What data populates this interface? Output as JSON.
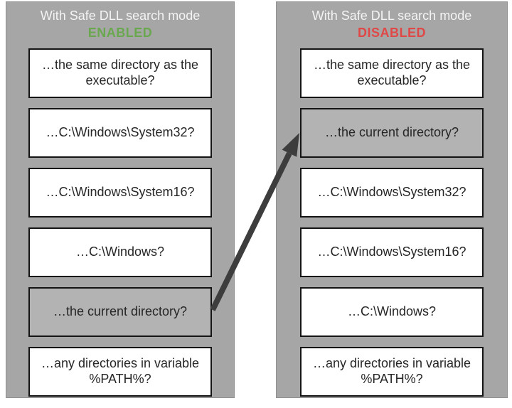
{
  "colors": {
    "panel_background": "#a6a6a6",
    "box_background": "#ffffff",
    "box_border": "#141414",
    "highlight_box": "#b3b3b3",
    "enabled_green": "#6aa84f",
    "disabled_red": "#e04848",
    "arrow": "#3d3d3d",
    "title_text": "#f4f4f4",
    "box_text": "#262626"
  },
  "panels": [
    {
      "id": "enabled",
      "title": "With Safe DLL search mode",
      "status": "ENABLED",
      "status_color": "#6aa84f",
      "boxes": [
        {
          "label": "…the same directory as the executable?",
          "highlighted": false
        },
        {
          "label": "…C:\\Windows\\System32?",
          "highlighted": false
        },
        {
          "label": "…C:\\Windows\\System16?",
          "highlighted": false
        },
        {
          "label": "…C:\\Windows?",
          "highlighted": false
        },
        {
          "label": "…the current directory?",
          "highlighted": true
        },
        {
          "label": "…any directories in variable %PATH%?",
          "highlighted": false
        }
      ]
    },
    {
      "id": "disabled",
      "title": "With Safe DLL search mode",
      "status": "DISABLED",
      "status_color": "#e04848",
      "boxes": [
        {
          "label": "…the same directory as the executable?",
          "highlighted": false
        },
        {
          "label": "…the current directory?",
          "highlighted": true
        },
        {
          "label": "…C:\\Windows\\System32?",
          "highlighted": false
        },
        {
          "label": "…C:\\Windows\\System16?",
          "highlighted": false
        },
        {
          "label": "…C:\\Windows?",
          "highlighted": false
        },
        {
          "label": "…any directories in variable %PATH%?",
          "highlighted": false
        }
      ]
    }
  ]
}
